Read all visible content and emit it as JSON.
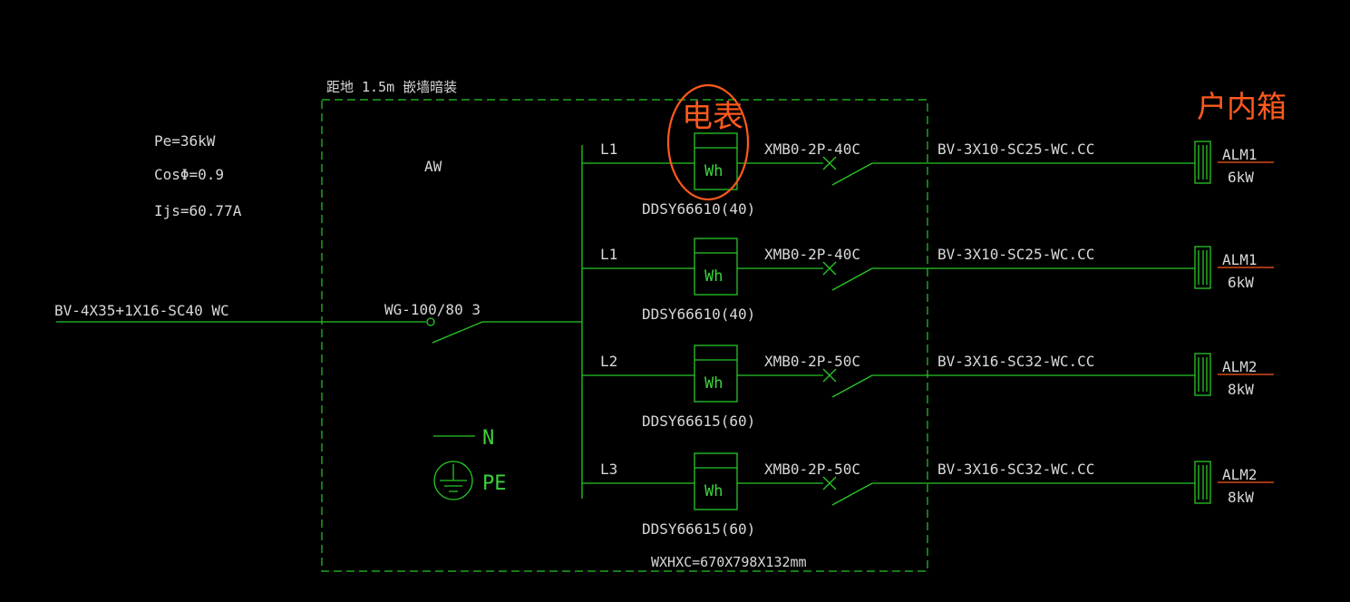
{
  "panel": {
    "mounting_note": "距地 1.5m 嵌墙暗装",
    "name": "AW",
    "dimensions": "WXHXC=670X798X132mm"
  },
  "load": {
    "pe": "Pe=36kW",
    "cos": "CosΦ=0.9",
    "ijs": "Ijs=60.77A"
  },
  "incoming": {
    "cable": "BV-4X35+1X16-SC40 WC",
    "main_switch": "WG-100/80 3"
  },
  "neutral": "N",
  "earth": "PE",
  "annotation": {
    "meter_note": "电表",
    "household_box": "户内箱"
  },
  "colors": {
    "line": "#27c727",
    "text": "#d8d8d8",
    "annotation": "#ff5a1e"
  },
  "circuits": [
    {
      "phase": "L1",
      "meter_label": "Wh",
      "meter_model": "DDSY66610(40)",
      "breaker": "XMB0-2P-40C",
      "cable": "BV-3X10-SC25-WC.CC",
      "box": "ALM1",
      "power": "6kW"
    },
    {
      "phase": "L1",
      "meter_label": "Wh",
      "meter_model": "DDSY66610(40)",
      "breaker": "XMB0-2P-40C",
      "cable": "BV-3X10-SC25-WC.CC",
      "box": "ALM1",
      "power": "6kW"
    },
    {
      "phase": "L2",
      "meter_label": "Wh",
      "meter_model": "DDSY66615(60)",
      "breaker": "XMB0-2P-50C",
      "cable": "BV-3X16-SC32-WC.CC",
      "box": "ALM2",
      "power": "8kW"
    },
    {
      "phase": "L3",
      "meter_label": "Wh",
      "meter_model": "DDSY66615(60)",
      "breaker": "XMB0-2P-50C",
      "cable": "BV-3X16-SC32-WC.CC",
      "box": "ALM2",
      "power": "8kW"
    }
  ]
}
